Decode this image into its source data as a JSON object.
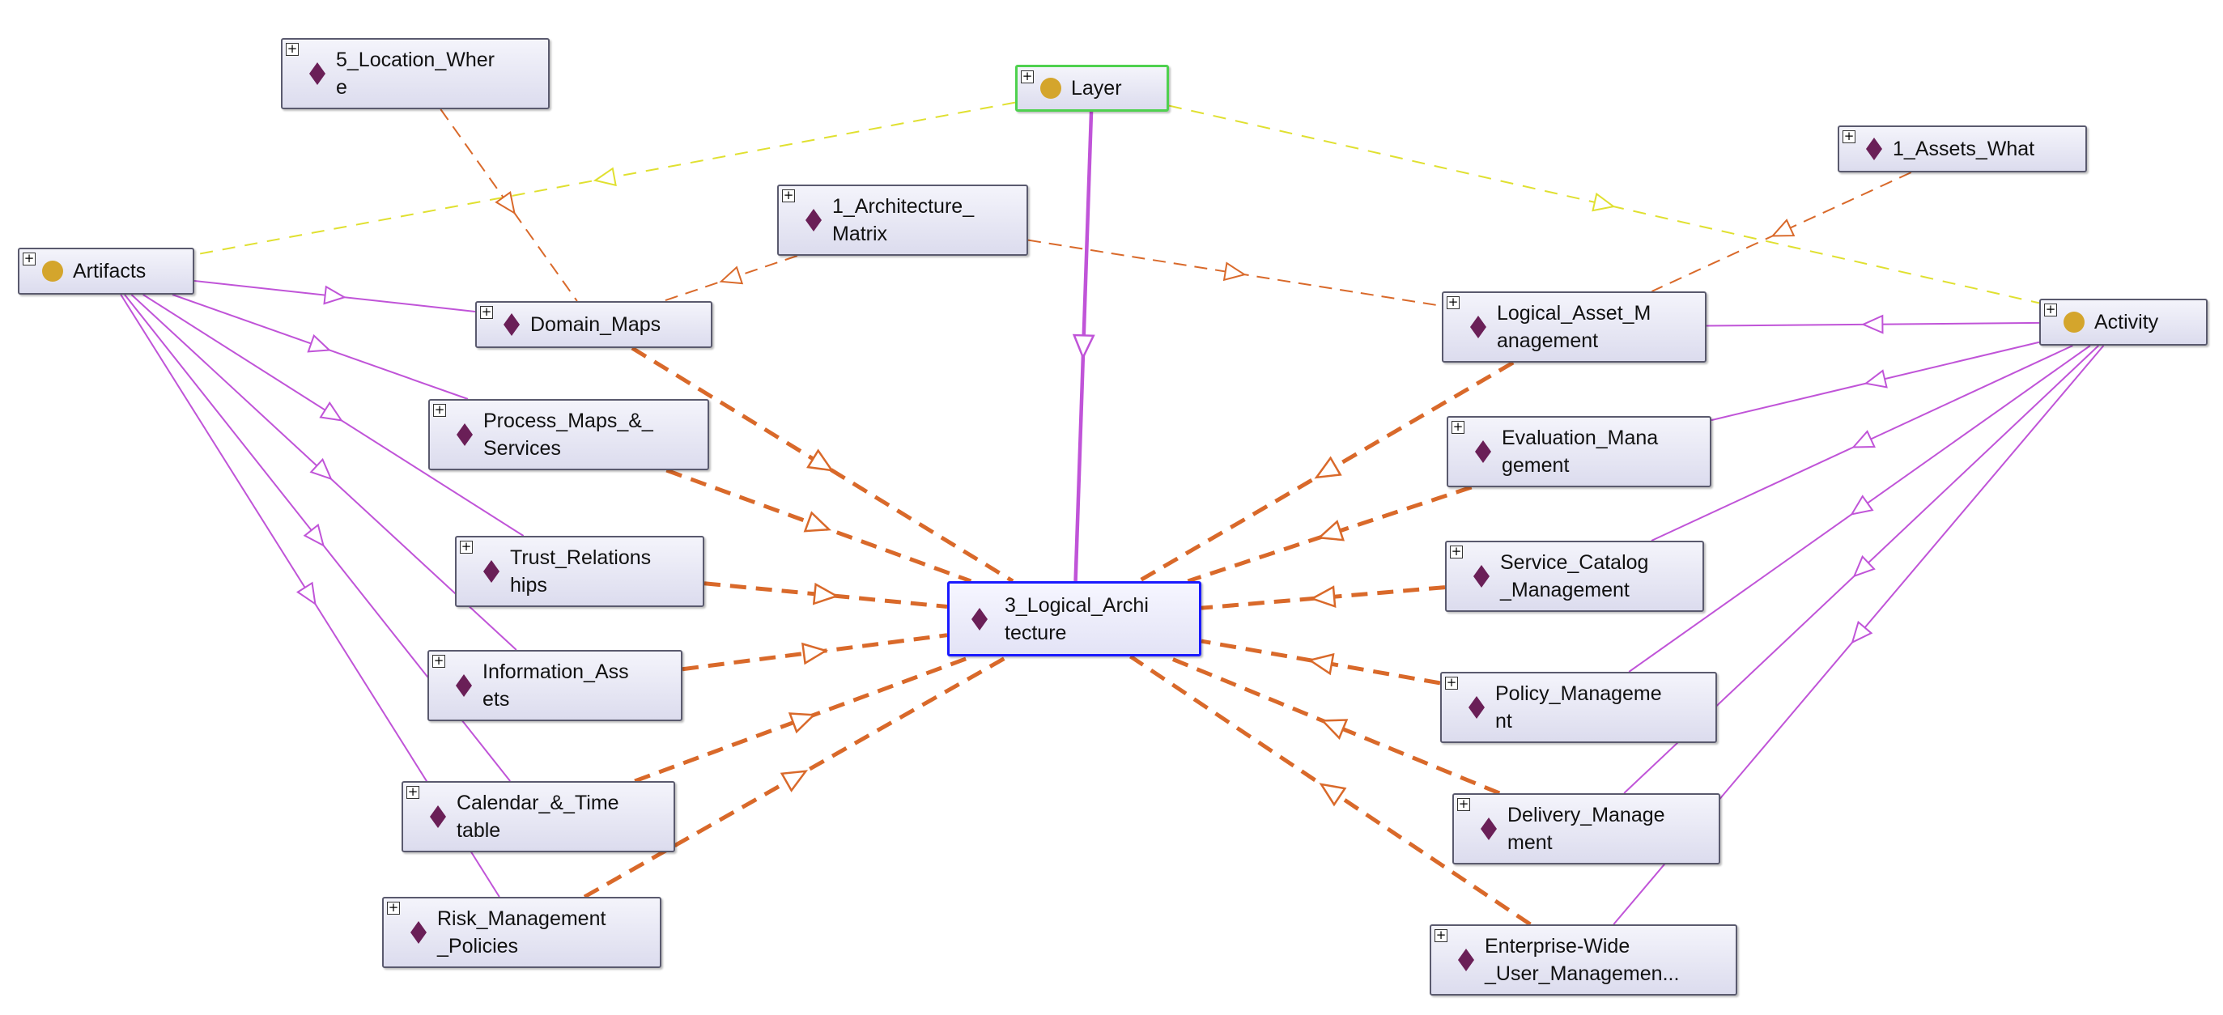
{
  "colors": {
    "individual_icon": "#6a1f57",
    "class_icon": "#d4a52c",
    "subclass_edge": "#c054d8",
    "type_edge": "#e0e030",
    "property_edge": "#d9692a",
    "selected_border": "#1a1aff",
    "focus_border": "#4fd14f"
  },
  "expander_glyph": "+",
  "nodes": [
    {
      "id": "location_where",
      "label": "5_Location_Wher\ne",
      "kind": "individual"
    },
    {
      "id": "layer",
      "label": "Layer",
      "kind": "class"
    },
    {
      "id": "assets_what",
      "label": "1_Assets_What",
      "kind": "individual"
    },
    {
      "id": "architecture_matrix",
      "label": "1_Architecture_\nMatrix",
      "kind": "individual"
    },
    {
      "id": "artifacts",
      "label": "Artifacts",
      "kind": "class"
    },
    {
      "id": "domain_maps",
      "label": "Domain_Maps",
      "kind": "individual"
    },
    {
      "id": "logical_asset_mgmt",
      "label": "Logical_Asset_M\nanagement",
      "kind": "individual"
    },
    {
      "id": "activity",
      "label": "Activity",
      "kind": "class"
    },
    {
      "id": "process_maps",
      "label": "Process_Maps_&_\nServices",
      "kind": "individual"
    },
    {
      "id": "evaluation_mgmt",
      "label": "Evaluation_Mana\ngement",
      "kind": "individual"
    },
    {
      "id": "trust_relationships",
      "label": "Trust_Relations\nhips",
      "kind": "individual"
    },
    {
      "id": "service_catalog",
      "label": "Service_Catalog\n_Management",
      "kind": "individual"
    },
    {
      "id": "logical_architecture",
      "label": "3_Logical_Archi\ntecture",
      "kind": "individual"
    },
    {
      "id": "information_assets",
      "label": "Information_Ass\nets",
      "kind": "individual"
    },
    {
      "id": "policy_mgmt",
      "label": "Policy_Manageme\nnt",
      "kind": "individual"
    },
    {
      "id": "calendar_timetable",
      "label": "Calendar_&_Time\ntable",
      "kind": "individual"
    },
    {
      "id": "delivery_mgmt",
      "label": "Delivery_Manage\nment",
      "kind": "individual"
    },
    {
      "id": "risk_mgmt_policies",
      "label": "Risk_Management\n_Policies",
      "kind": "individual"
    },
    {
      "id": "enterprise_user_mgmt",
      "label": "Enterprise-Wide\n_User_Managemen...",
      "kind": "individual"
    }
  ],
  "edges": [
    {
      "from": "layer",
      "to": "artifacts",
      "type": "type"
    },
    {
      "from": "layer",
      "to": "activity",
      "type": "type"
    },
    {
      "from": "layer",
      "to": "logical_architecture",
      "type": "subclass-bold"
    },
    {
      "from": "location_where",
      "to": "domain_maps",
      "type": "property-thin"
    },
    {
      "from": "architecture_matrix",
      "to": "domain_maps",
      "type": "property-thin"
    },
    {
      "from": "architecture_matrix",
      "to": "logical_asset_mgmt",
      "type": "property-thin"
    },
    {
      "from": "assets_what",
      "to": "logical_asset_mgmt",
      "type": "property-thin"
    },
    {
      "from": "artifacts",
      "to": "domain_maps",
      "type": "subclass"
    },
    {
      "from": "artifacts",
      "to": "process_maps",
      "type": "subclass"
    },
    {
      "from": "artifacts",
      "to": "trust_relationships",
      "type": "subclass"
    },
    {
      "from": "artifacts",
      "to": "information_assets",
      "type": "subclass"
    },
    {
      "from": "artifacts",
      "to": "calendar_timetable",
      "type": "subclass"
    },
    {
      "from": "artifacts",
      "to": "risk_mgmt_policies",
      "type": "subclass"
    },
    {
      "from": "activity",
      "to": "logical_asset_mgmt",
      "type": "subclass"
    },
    {
      "from": "activity",
      "to": "evaluation_mgmt",
      "type": "subclass"
    },
    {
      "from": "activity",
      "to": "service_catalog",
      "type": "subclass"
    },
    {
      "from": "activity",
      "to": "policy_mgmt",
      "type": "subclass"
    },
    {
      "from": "activity",
      "to": "delivery_mgmt",
      "type": "subclass"
    },
    {
      "from": "activity",
      "to": "enterprise_user_mgmt",
      "type": "subclass"
    },
    {
      "from": "domain_maps",
      "to": "logical_architecture",
      "type": "property"
    },
    {
      "from": "process_maps",
      "to": "logical_architecture",
      "type": "property"
    },
    {
      "from": "trust_relationships",
      "to": "logical_architecture",
      "type": "property"
    },
    {
      "from": "information_assets",
      "to": "logical_architecture",
      "type": "property"
    },
    {
      "from": "calendar_timetable",
      "to": "logical_architecture",
      "type": "property"
    },
    {
      "from": "risk_mgmt_policies",
      "to": "logical_architecture",
      "type": "property"
    },
    {
      "from": "logical_asset_mgmt",
      "to": "logical_architecture",
      "type": "property"
    },
    {
      "from": "evaluation_mgmt",
      "to": "logical_architecture",
      "type": "property"
    },
    {
      "from": "service_catalog",
      "to": "logical_architecture",
      "type": "property"
    },
    {
      "from": "policy_mgmt",
      "to": "logical_architecture",
      "type": "property"
    },
    {
      "from": "delivery_mgmt",
      "to": "logical_architecture",
      "type": "property"
    },
    {
      "from": "enterprise_user_mgmt",
      "to": "logical_architecture",
      "type": "property"
    }
  ]
}
